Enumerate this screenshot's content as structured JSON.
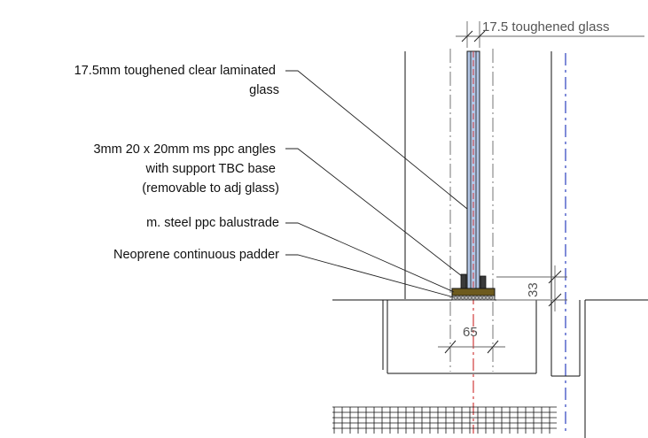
{
  "annotations": [
    {
      "id": "glass",
      "lines": [
        "17.5mm toughened clear laminated",
        "glass"
      ]
    },
    {
      "id": "angles",
      "lines": [
        "3mm 20 x 20mm ms ppc angles",
        "with support TBC base",
        "(removable to adj glass)"
      ]
    },
    {
      "id": "balustrade",
      "lines": [
        "m. steel ppc balustrade"
      ]
    },
    {
      "id": "padder",
      "lines": [
        "Neoprene continuous padder"
      ]
    }
  ],
  "dimensions": {
    "glass_thickness": "17.5 toughened glass",
    "base_width": "65",
    "base_height": "33"
  },
  "colors": {
    "glass": "#b3c6e6",
    "glass_interlayer": "#cf3a3a",
    "centreline_red": "#cc2a2a",
    "centreline_blue": "#3b4fc4",
    "steel_angle": "#6d5a1e",
    "padder": "#c9c9c9",
    "ink": "#111111"
  }
}
